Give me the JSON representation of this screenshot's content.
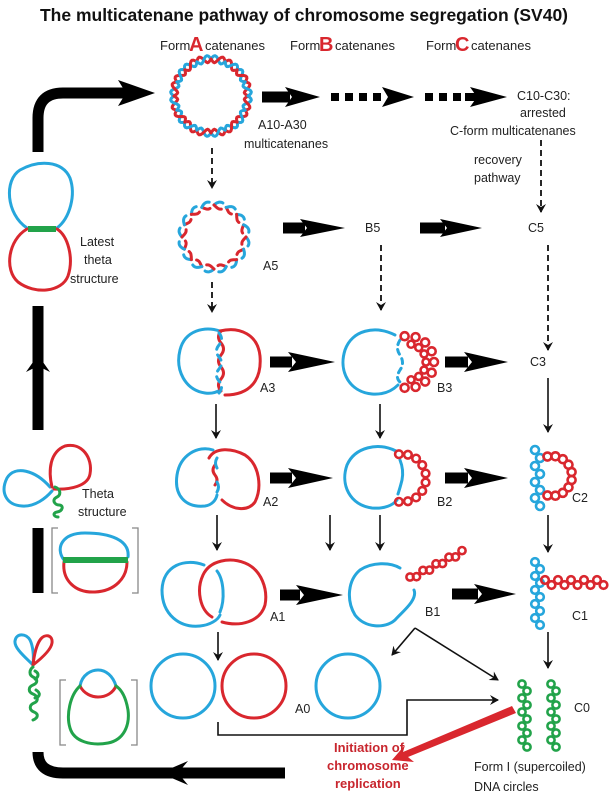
{
  "title": "The multicatenane pathway of chromosome segregation (SV40)",
  "colors": {
    "strand_blue": "#26a6dc",
    "strand_red": "#d9272e",
    "strand_green": "#22a34a",
    "accent_red": "#d9272e",
    "arrow": "#000000"
  },
  "columns": [
    {
      "prefix": "Form",
      "letter": "A",
      "suffix": "catenanes"
    },
    {
      "prefix": "Form",
      "letter": "B",
      "suffix": "catenanes"
    },
    {
      "prefix": "Form",
      "letter": "C",
      "suffix": "catenanes"
    }
  ],
  "labels": {
    "a10_line1": "A10-A30",
    "a10_line2": "multicatenanes",
    "c10_line1": "C10-C30:",
    "c10_line2": "arrested",
    "c10_line3": "C-form multicatenanes",
    "recovery_line1": "recovery",
    "recovery_line2": "pathway",
    "latest_line1": "Latest",
    "latest_line2": "theta",
    "latest_line3": "structure",
    "theta_line1": "Theta",
    "theta_line2": "structure",
    "a5": "A5",
    "b5": "B5",
    "c5": "C5",
    "a3": "A3",
    "b3": "B3",
    "c3": "C3",
    "a2": "A2",
    "b2": "B2",
    "c2": "C2",
    "a1": "A1",
    "b1": "B1",
    "c1": "C1",
    "a0": "A0",
    "c0": "C0",
    "initiation_line1": "Initiation of",
    "initiation_line2": "chromosome",
    "initiation_line3": "replication",
    "form1_line1": "Form I (supercoiled)",
    "form1_line2": "DNA circles"
  }
}
